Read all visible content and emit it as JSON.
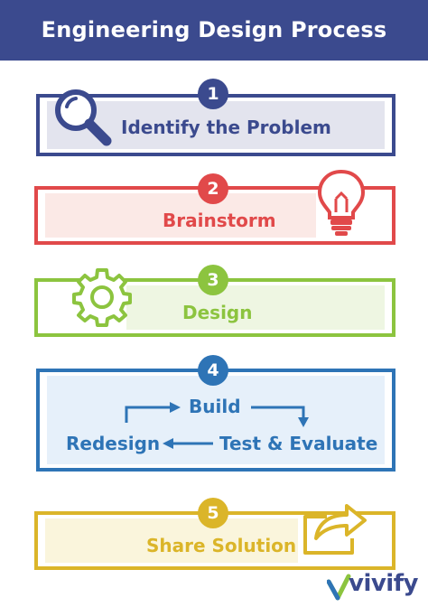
{
  "title": "Engineering Design Process",
  "steps": [
    {
      "number": "1",
      "label": "Identify the Problem",
      "icon": "magnifier-icon",
      "color": "#3b4a8e",
      "fill": "#e3e4ee"
    },
    {
      "number": "2",
      "label": "Brainstorm",
      "icon": "lightbulb-icon",
      "color": "#e1494a",
      "fill": "#fbe9e6"
    },
    {
      "number": "3",
      "label": "Design",
      "icon": "gear-icon",
      "color": "#8cc43f",
      "fill": "#eef6e2"
    },
    {
      "number": "4",
      "label_build": "Build",
      "label_test": "Test & Evaluate",
      "label_redesign": "Redesign",
      "color": "#2e74b6",
      "fill": "#e6f0fa"
    },
    {
      "number": "5",
      "label": "Share Solution",
      "icon": "share-arrow-icon",
      "color": "#dbb529",
      "fill": "#faf5dc"
    }
  ],
  "brand": "vivify"
}
